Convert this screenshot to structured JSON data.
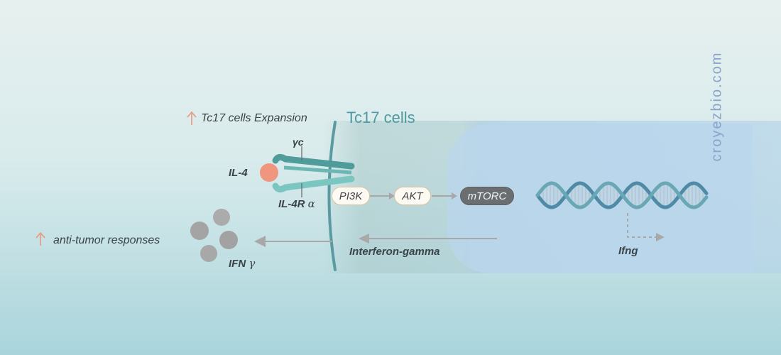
{
  "diagram": {
    "title": "Tc17 cells",
    "expansion_label": "Tc17 cells Expansion",
    "anti_tumor_label": "anti-tumor responses",
    "il4_label": "IL-4",
    "gamma_c_label": "γc",
    "il4r_label": "IL-4R",
    "il4r_alpha": "α",
    "ifn_label": "IFN",
    "ifn_gamma": "γ",
    "interferon_label": "Interferon-gamma",
    "ifng_label": "Ifng",
    "pathway": [
      "PI3K",
      "AKT",
      "mTORC"
    ],
    "watermark": "croyezbio.com"
  },
  "colors": {
    "receptor": "#5fb3b0",
    "membrane": "#5a9aa0",
    "ligand": "#f0957e",
    "arrow_up": "#e8967e",
    "dna_strand": "#5a8fa8",
    "granule": "#a8a8a8"
  }
}
